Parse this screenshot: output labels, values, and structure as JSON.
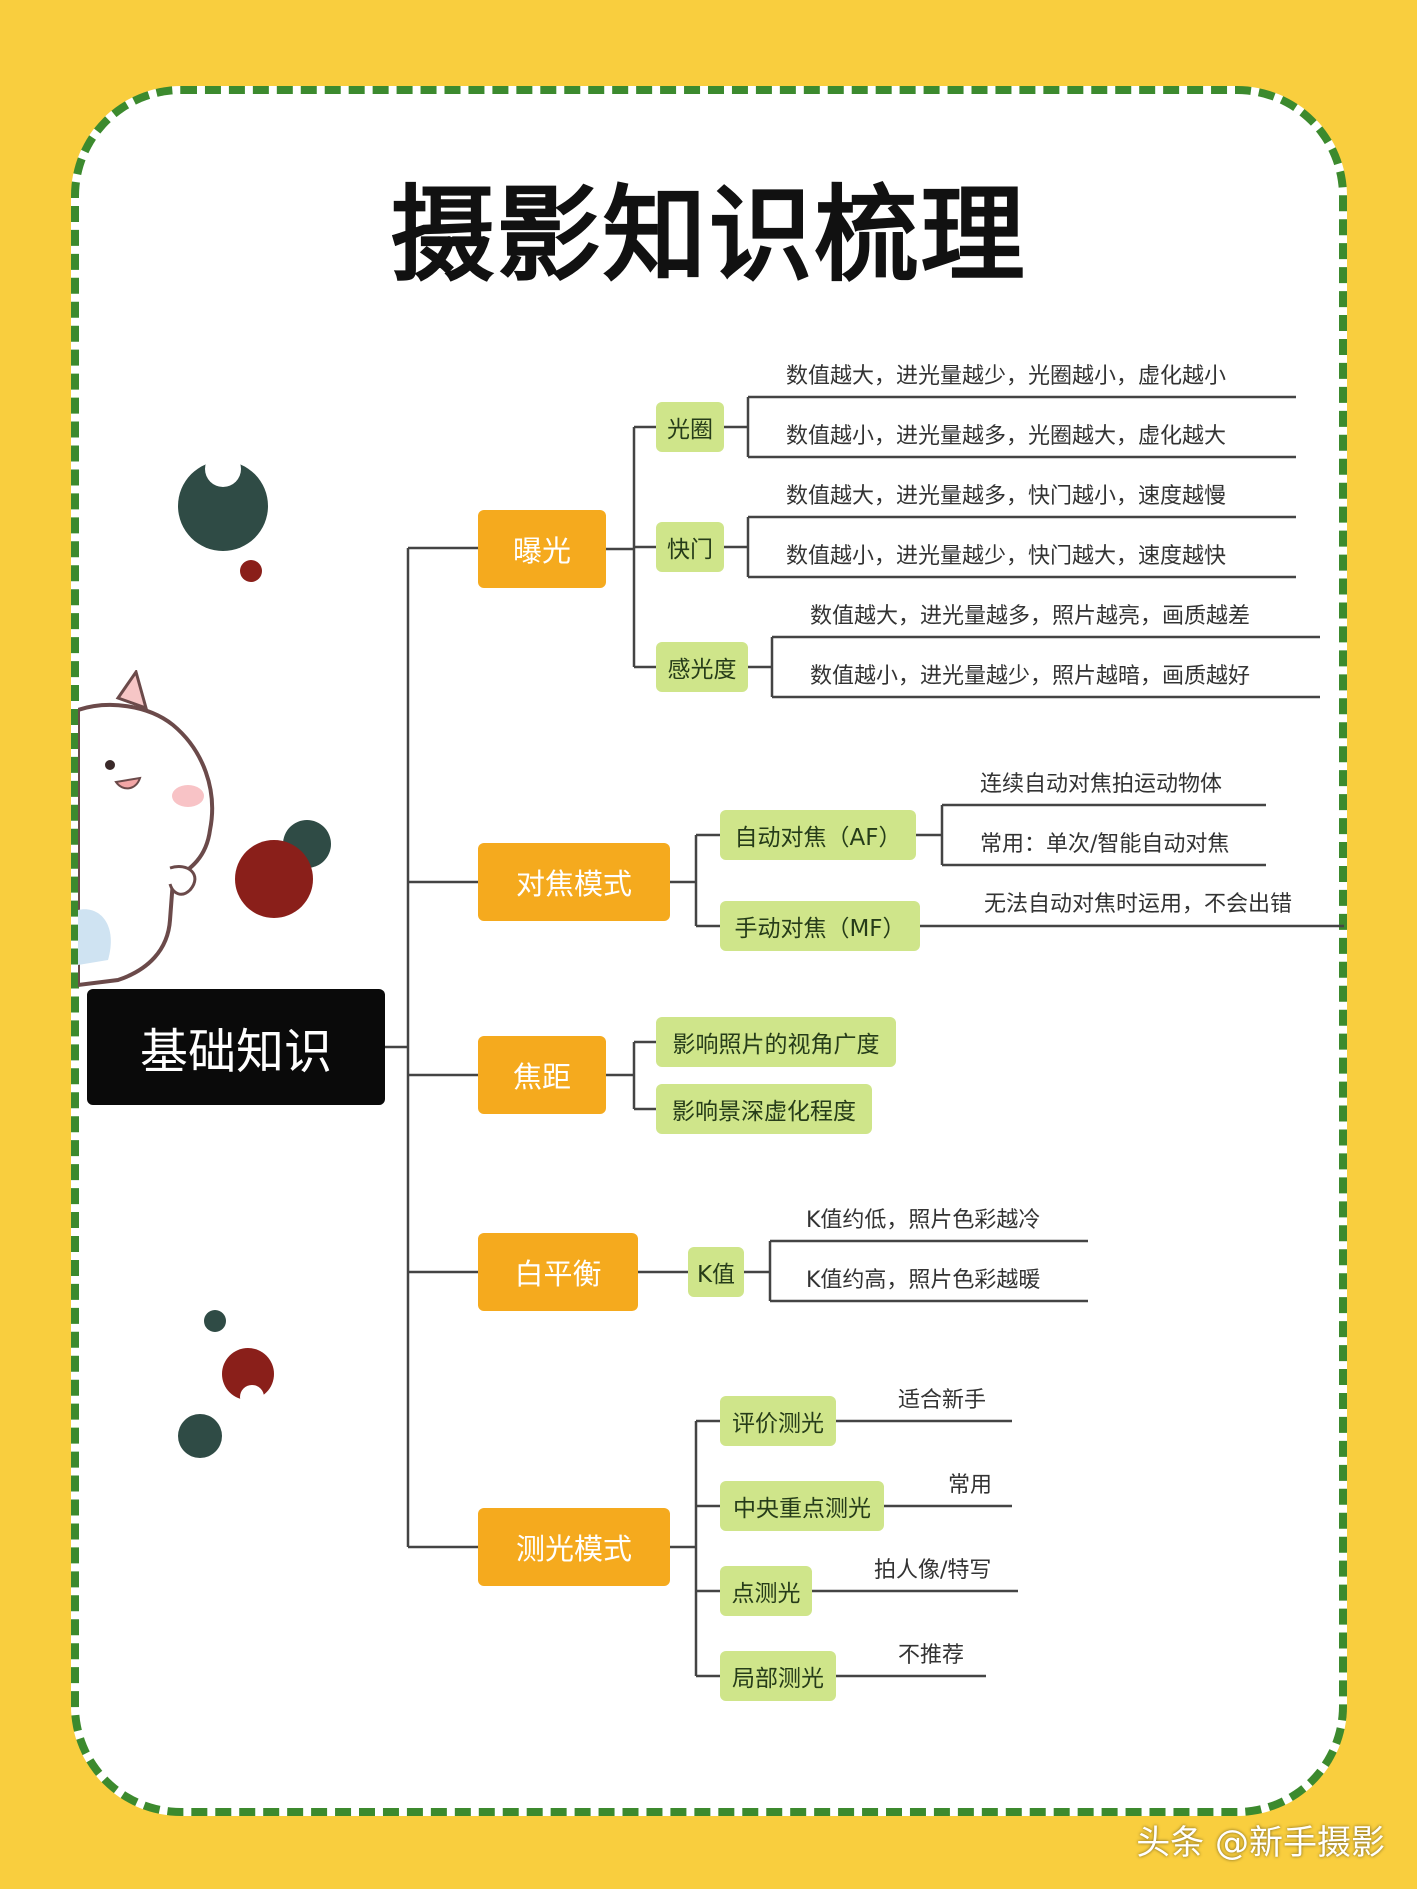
{
  "title": "摄影知识梳理",
  "watermark": "头条 @新手摄影",
  "colors": {
    "background": "#F9CE3E",
    "card": "#FFFFFF",
    "border": "#3C8A2E",
    "root": "#0A0A0A",
    "category": "#F5AA1E",
    "subtopic": "#CFE58A",
    "line": "#444444"
  },
  "mindmap": {
    "root": "基础知识",
    "categories": [
      {
        "label": "曝光",
        "children": [
          {
            "label": "光圈",
            "notes": [
              "数值越大，进光量越少，光圈越小，虚化越小",
              "数值越小，进光量越多，光圈越大，虚化越大"
            ]
          },
          {
            "label": "快门",
            "notes": [
              "数值越大，进光量越多，快门越小，速度越慢",
              "数值越小，进光量越少，快门越大，速度越快"
            ]
          },
          {
            "label": "感光度",
            "notes": [
              "数值越大，进光量越多，照片越亮，画质越差",
              "数值越小，进光量越少，照片越暗，画质越好"
            ]
          }
        ]
      },
      {
        "label": "对焦模式",
        "children": [
          {
            "label": "自动对焦（AF）",
            "notes": [
              "连续自动对焦拍运动物体",
              "常用：单次/智能自动对焦"
            ]
          },
          {
            "label": "手动对焦（MF）",
            "notes": [
              "无法自动对焦时运用，不会出错"
            ]
          }
        ]
      },
      {
        "label": "焦距",
        "children": [
          {
            "label": "影响照片的视角广度",
            "notes": []
          },
          {
            "label": "影响景深虚化程度",
            "notes": []
          }
        ]
      },
      {
        "label": "白平衡",
        "children": [
          {
            "label": "K值",
            "notes": [
              "K值约低，照片色彩越冷",
              "K值约高，照片色彩越暖"
            ]
          }
        ]
      },
      {
        "label": "测光模式",
        "children": [
          {
            "label": "评价测光",
            "notes": [
              "适合新手"
            ]
          },
          {
            "label": "中央重点测光",
            "notes": [
              "常用"
            ]
          },
          {
            "label": "点测光",
            "notes": [
              "拍人像/特写"
            ]
          },
          {
            "label": "局部测光",
            "notes": [
              "不推荐"
            ]
          }
        ]
      }
    ]
  }
}
